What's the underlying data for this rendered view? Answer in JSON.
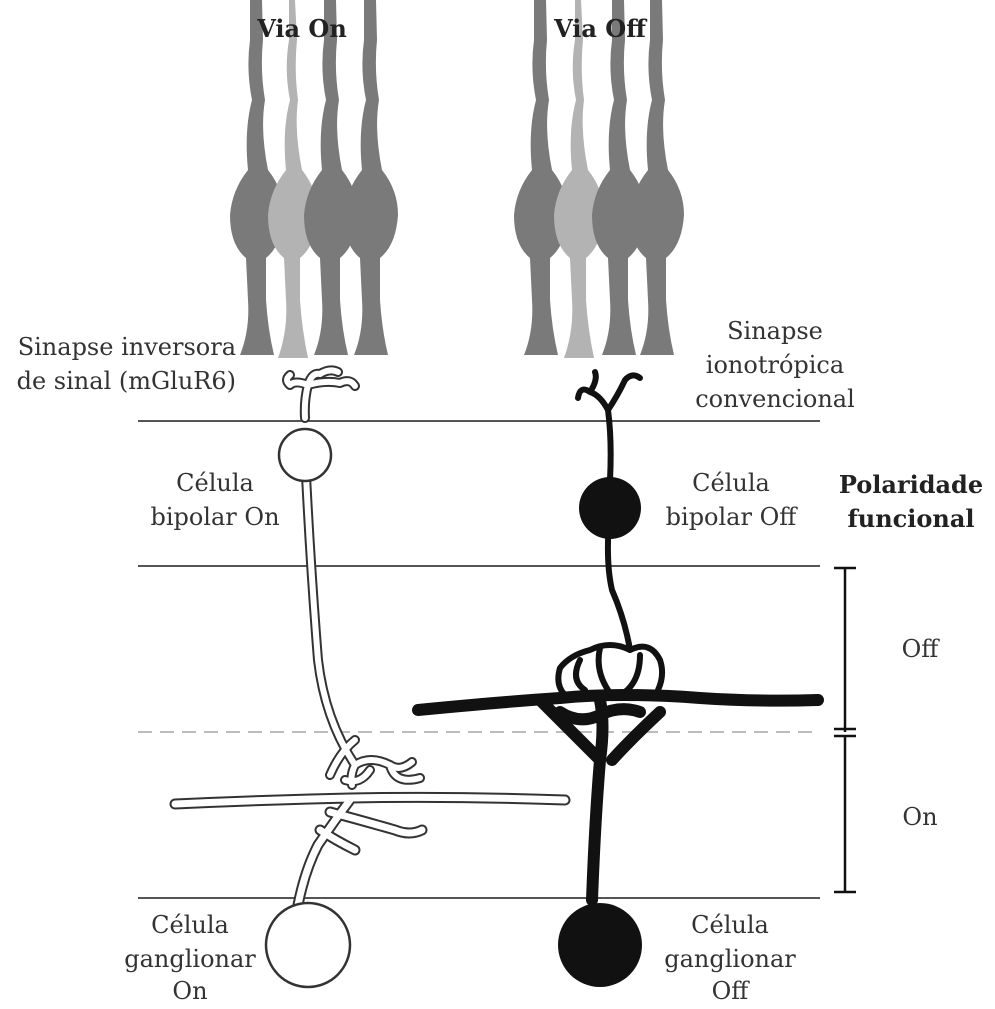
{
  "pathways": {
    "on": {
      "title": "Via On"
    },
    "off": {
      "title": "Via Off"
    }
  },
  "synapses": {
    "on": {
      "line1": "Sinapse inversora",
      "line2": "de sinal (mGluR6)"
    },
    "off": {
      "line1": "Sinapse",
      "line2": "ionotrópica",
      "line3": "convencional"
    }
  },
  "bipolar": {
    "on": {
      "line1": "Célula",
      "line2": "bipolar On"
    },
    "off": {
      "line1": "Célula",
      "line2": "bipolar Off"
    }
  },
  "ganglion": {
    "on": {
      "line1": "Célula",
      "line2": "ganglionar",
      "line3": "On"
    },
    "off": {
      "line1": "Célula",
      "line2": "ganglionar",
      "line3": "Off"
    }
  },
  "polarity": {
    "line1": "Polaridade",
    "line2": "funcional",
    "off_label": "Off",
    "on_label": "On"
  },
  "colors": {
    "photoreceptor_dark": "#7a7a7a",
    "photoreceptor_light": "#b0b0b0",
    "on_cell_fill": "#ffffff",
    "off_cell_fill": "#111111",
    "layer_line": "#555555",
    "dashed_line": "#bdbdbd"
  }
}
